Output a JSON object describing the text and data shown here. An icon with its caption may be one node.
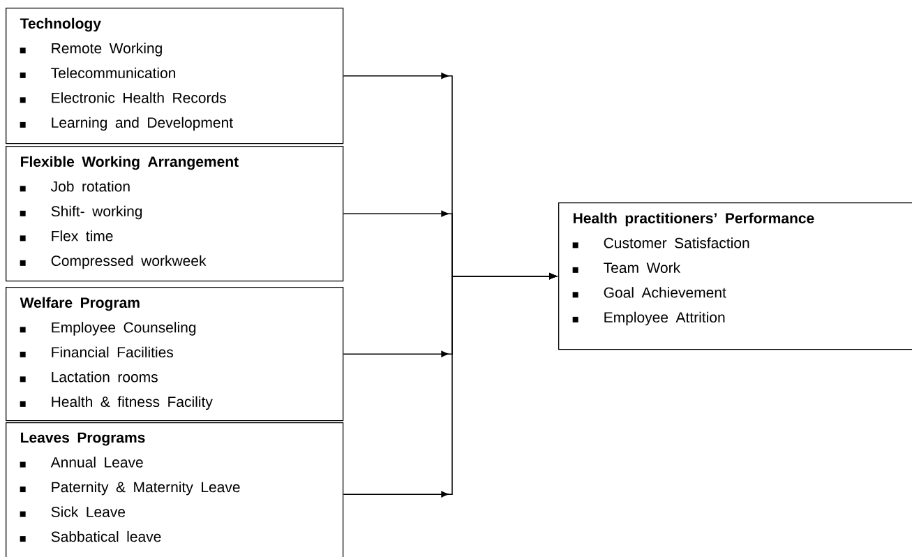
{
  "diagram": {
    "nodes": [
      {
        "text": [
          "Technology",
          "Remote Working",
          "Telecommunication",
          "Electronic Health Records",
          "Learning and Development"
        ]
      },
      {
        "text": [
          "Flexible Working Arrangement",
          "Job rotation",
          "Shift- working",
          "Flex time",
          "Compressed workweek"
        ]
      },
      {
        "text": [
          "Welfare Program",
          "Employee Counseling",
          "Financial Facilities",
          "Lactation rooms",
          "Health & fitness Facility"
        ]
      },
      {
        "text": [
          "Leaves Programs",
          "Annual Leave",
          "Paternity & Maternity Leave",
          "Sick Leave",
          "Sabbatical leave"
        ]
      },
      {
        "text": [
          "Health practitioners’ Performance",
          "Customer Satisfaction",
          "Team Work",
          "Goal Achievement",
          "Employee Attrition"
        ]
      }
    ],
    "edges": [
      {
        "from": 0,
        "to": 4,
        "arrow": "to"
      },
      {
        "from": 1,
        "to": 4,
        "arrow": "to"
      },
      {
        "from": 2,
        "to": 4,
        "arrow": "to"
      },
      {
        "from": 3,
        "to": 4,
        "arrow": "to"
      }
    ]
  }
}
